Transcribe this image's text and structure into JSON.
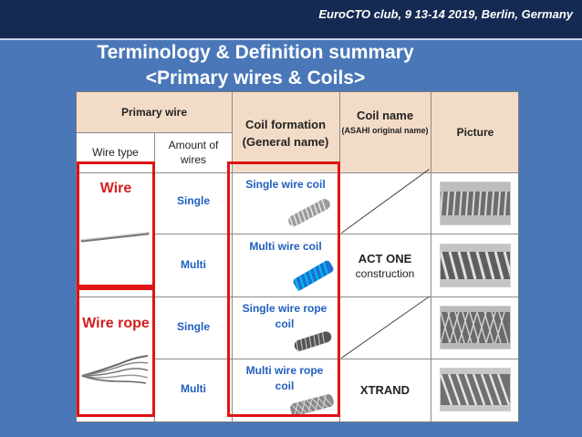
{
  "header": {
    "event": "EuroCTO club, 9 13-14 2019, Berlin, Germany",
    "title_line1": "Terminology & Definition summary",
    "title_line2": "<Primary wires & Coils>"
  },
  "table": {
    "col_primary_wire": "Primary wire",
    "col_wire_type": "Wire type",
    "col_amount": "Amount of wires",
    "col_coil_formation": "Coil formation (General name)",
    "col_coil_name": "Coil name",
    "col_coil_name_sub": "(ASAHI original name)",
    "col_picture": "Picture",
    "wire_types": [
      "Wire",
      "Wire rope"
    ],
    "rows": [
      {
        "amount": "Single",
        "coil": "Single wire coil",
        "name": "",
        "name_sub": ""
      },
      {
        "amount": "Multi",
        "coil": "Multi wire coil",
        "name": "ACT ONE",
        "name_sub": "construction"
      },
      {
        "amount": "Single",
        "coil": "Single wire rope coil",
        "name": "",
        "name_sub": ""
      },
      {
        "amount": "Multi",
        "coil": "Multi wire rope coil",
        "name": "XTRAND",
        "name_sub": ""
      }
    ]
  },
  "colors": {
    "background": "#4a77b8",
    "topbar": "#142a52",
    "header_cell": "#f3dcc7",
    "highlight": "#e01414",
    "coil_text": "#1f5fbf"
  }
}
